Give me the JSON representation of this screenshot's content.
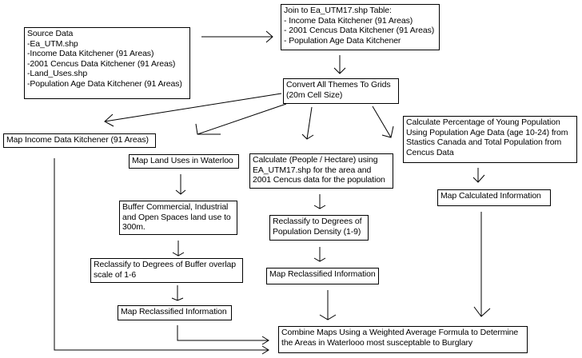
{
  "diagram": {
    "type": "flowchart",
    "nodes": {
      "source_data": {
        "lines": [
          "Source Data",
          "-Ea_UTM.shp",
          "-Income Data Kitchener (91 Areas)",
          "-2001 Cencus Data Kitchener (91 Areas)",
          "-Land_Uses.shp",
          "-Population Age Data Kitchener (91 Areas)"
        ]
      },
      "join_table": {
        "lines": [
          "Join to Ea_UTM17.shp Table:",
          "- Income Data Kitchener (91 Areas)",
          "- 2001 Cencus Data Kitchener (91 Areas)",
          "- Population Age Data Kitchener"
        ]
      },
      "convert_grids": {
        "lines": [
          "Convert All Themes To Grids",
          "(20m Cell Size)"
        ]
      },
      "map_income": {
        "lines": [
          "Map Income Data Kitchener (91 Areas)"
        ]
      },
      "map_land_uses": {
        "lines": [
          "Map Land Uses in Waterloo"
        ]
      },
      "buffer_land_use": {
        "lines": [
          "Buffer Commercial, Industrial",
          "and Open Spaces land use to",
          "300m."
        ]
      },
      "reclassify_buffer": {
        "lines": [
          "Reclassify to Degrees of Buffer overlap",
          "scale of 1-6"
        ]
      },
      "map_reclassified_buffer": {
        "lines": [
          "Map Reclassified Information"
        ]
      },
      "calc_density": {
        "lines": [
          "Calculate (People / Hectare) using",
          "EA_UTM17.shp for the area and",
          "2001 Cencus data for the population"
        ]
      },
      "reclassify_density": {
        "lines": [
          "Reclassify to Degrees of",
          "Population Density (1-9)"
        ]
      },
      "map_reclassified_density": {
        "lines": [
          "Map Reclassified Information"
        ]
      },
      "calc_young_pop": {
        "lines": [
          "Calculate Percentage of Young Population",
          "Using Population Age Data (age 10-24) from",
          "Stastics Canada and Total Population from",
          "Cencus Data"
        ]
      },
      "map_calculated": {
        "lines": [
          "Map Calculated Information"
        ]
      },
      "combine_maps": {
        "lines": [
          "Combine Maps Using a Weighted Average Formula to Determine",
          "the Areas in Waterlooo most susceptable to Burglary"
        ]
      }
    },
    "edges": [
      {
        "from": "source_data",
        "to": "join_table"
      },
      {
        "from": "join_table",
        "to": "convert_grids"
      },
      {
        "from": "convert_grids",
        "to": "map_income"
      },
      {
        "from": "convert_grids",
        "to": "map_land_uses"
      },
      {
        "from": "convert_grids",
        "to": "calc_density"
      },
      {
        "from": "convert_grids",
        "to": "calc_young_pop"
      },
      {
        "from": "map_land_uses",
        "to": "buffer_land_use"
      },
      {
        "from": "buffer_land_use",
        "to": "reclassify_buffer"
      },
      {
        "from": "reclassify_buffer",
        "to": "map_reclassified_buffer"
      },
      {
        "from": "map_reclassified_buffer",
        "to": "combine_maps"
      },
      {
        "from": "map_income",
        "to": "combine_maps"
      },
      {
        "from": "calc_density",
        "to": "reclassify_density"
      },
      {
        "from": "reclassify_density",
        "to": "map_reclassified_density"
      },
      {
        "from": "map_reclassified_density",
        "to": "combine_maps"
      },
      {
        "from": "calc_young_pop",
        "to": "map_calculated"
      },
      {
        "from": "map_calculated",
        "to": "combine_maps"
      }
    ]
  }
}
